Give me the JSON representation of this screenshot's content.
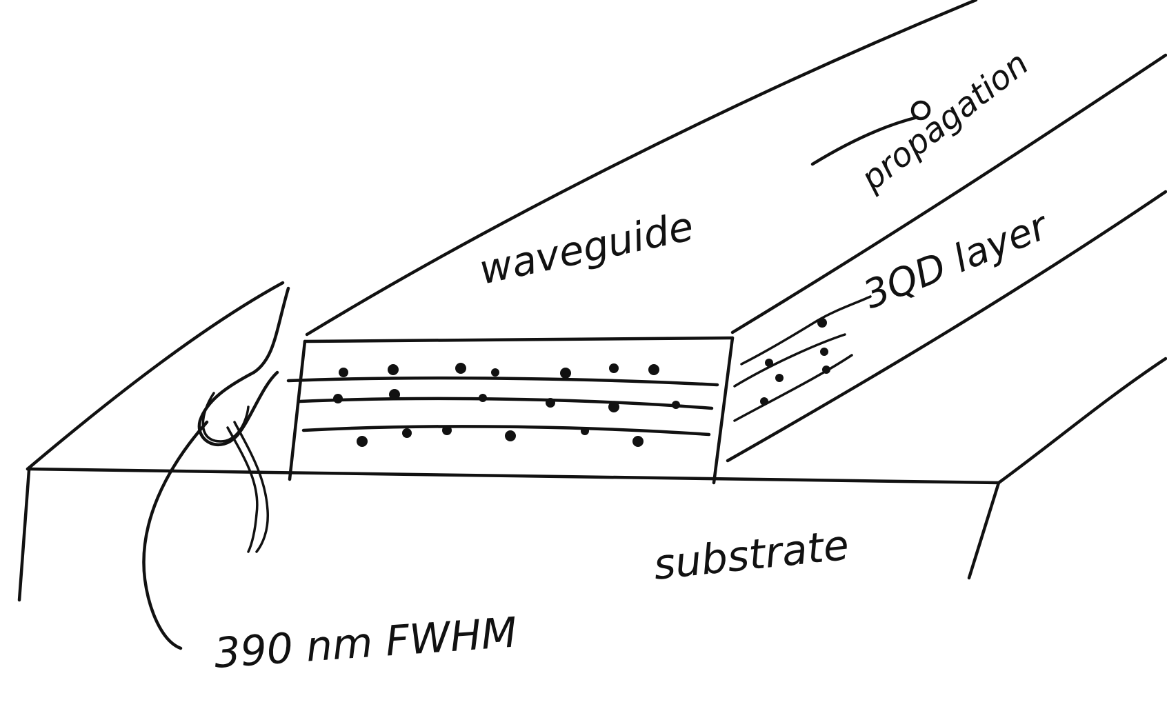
{
  "labels": {
    "waveguide": "waveguide",
    "propagation": "propagation",
    "qd_layer": "3QD layer",
    "substrate": "substrate",
    "beam_width": "390 nm FWHM"
  },
  "colors": {
    "ink": "#111111",
    "background": "#ffffff"
  }
}
